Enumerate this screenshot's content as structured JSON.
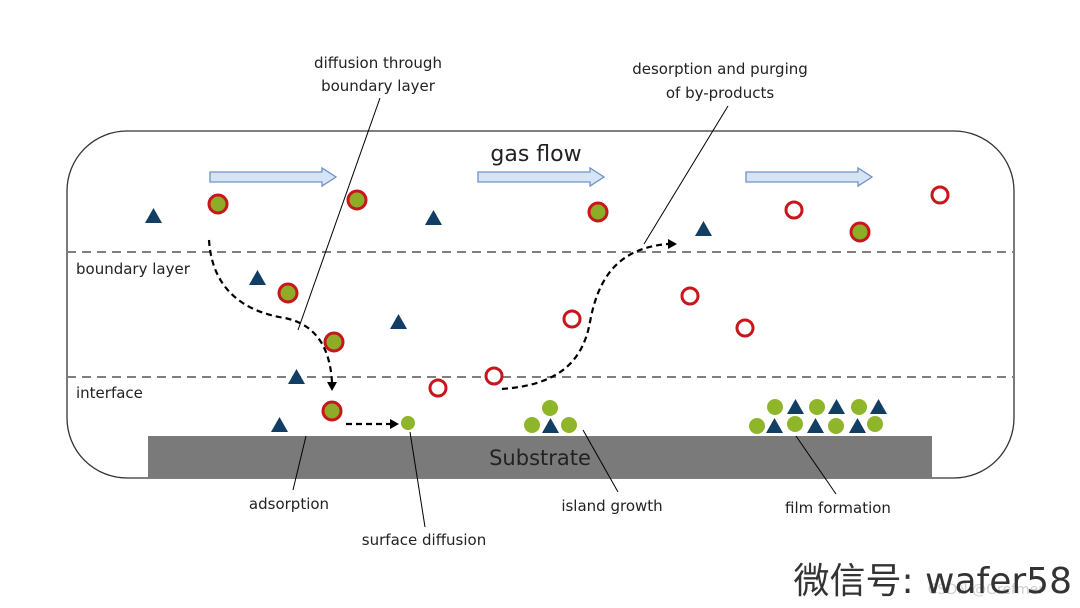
{
  "colors": {
    "precursor_ring": "#c8161d",
    "precursor_fill": "#8dac28",
    "byproduct_ring": "#c8161d",
    "byproduct_fill": "#ffffff",
    "triangle": "#123e63",
    "green_particle": "#8fb52b",
    "substrate": "#7a7a7a",
    "arrow_fill": "#d6e4f5",
    "arrow_stroke": "#6f93c8",
    "dashed_line": "#7f7f7f",
    "chamber_stroke": "#333333"
  },
  "labels": {
    "gas_flow": "gas flow",
    "boundary_layer": "boundary layer",
    "interface": "interface",
    "substrate": "Substrate",
    "diffusion_line1": "diffusion through",
    "diffusion_line2": "boundary layer",
    "desorption_line1": "desorption and purging",
    "desorption_line2": "of by-products",
    "adsorption": "adsorption",
    "surface_diffusion": "surface diffusion",
    "island_growth": "island growth",
    "film_formation": "film formation"
  },
  "legend_icons": {
    "flow_arrow": "right-arrow-icon",
    "precursor": "filled-ring-circle-icon",
    "byproduct": "hollow-ring-circle-icon",
    "species": "triangle-icon"
  },
  "watermark": {
    "main": "微信号: wafer58",
    "sub": "CSDN @Grefmer"
  }
}
